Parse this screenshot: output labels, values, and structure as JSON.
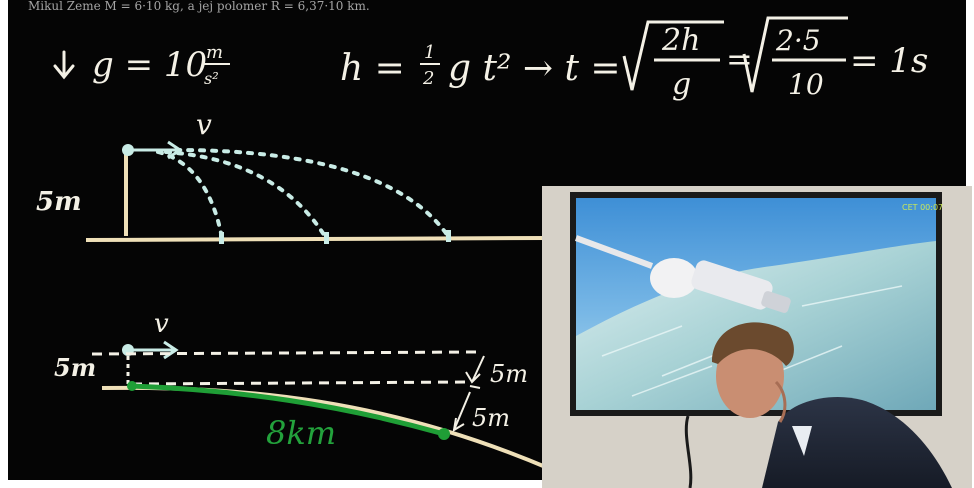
{
  "header": {
    "clipped_line": "Mikul Zeme M = 6·10 kg, a jej polomer R = 6,37·10 km."
  },
  "board": {
    "gravity_label": "g = 10",
    "gravity_unit_num": "m",
    "gravity_unit_den": "s²",
    "equation_lhs": "h =",
    "equation_half": "1",
    "equation_half_den": "2",
    "equation_rest": "g t² → t =",
    "equation_frac_num": "2h",
    "equation_frac_den": "g",
    "equation_eq2": "=",
    "equation_frac2_num": "2·5",
    "equation_frac2_den": "10",
    "equation_result": "= 1s",
    "top_velocity_label": "v",
    "top_height_label": "5m",
    "bottom_velocity_label": "v",
    "bottom_height_label": "5m",
    "right_label_upper": "5m",
    "right_label_lower": "5m",
    "distance_label": "8km"
  },
  "photo": {
    "tv_corner_text": "CET 00:07"
  },
  "colors": {
    "chalk": "#f4f1e6",
    "ground": "#efe0b8",
    "trajectory": "#c9ece6",
    "curve": "#1f9e36",
    "board": "#050505"
  }
}
